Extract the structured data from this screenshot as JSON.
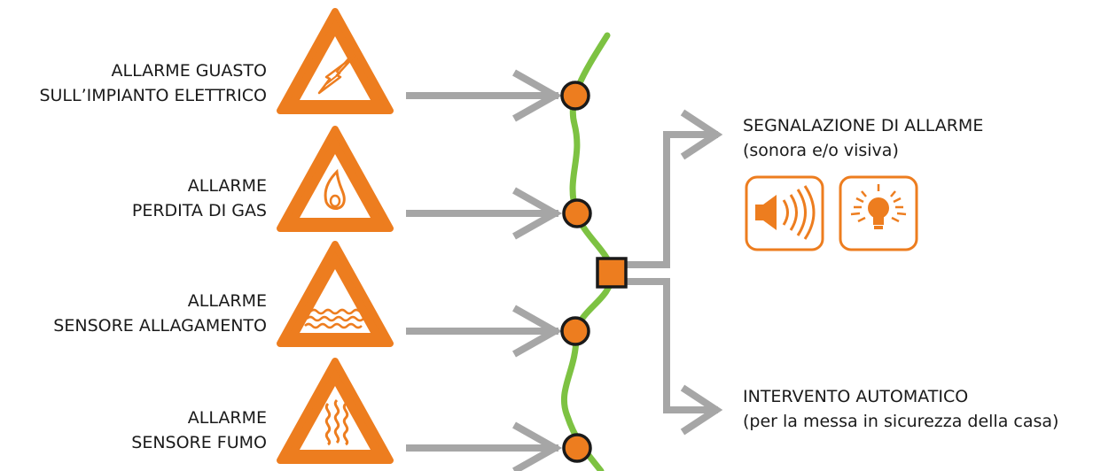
{
  "alarms": [
    {
      "line1": "ALLARME GUASTO",
      "line2": "SULL’IMPIANTO ELETTRICO",
      "icon": "lightning-icon"
    },
    {
      "line1": "ALLARME",
      "line2": "PERDITA DI GAS",
      "icon": "gas-flame-icon"
    },
    {
      "line1": "ALLARME",
      "line2": "SENSORE ALLAGAMENTO",
      "icon": "flood-waves-icon"
    },
    {
      "line1": "ALLARME",
      "line2": "SENSORE FUMO",
      "icon": "smoke-icon"
    }
  ],
  "outputs": [
    {
      "line1": "SEGNALAZIONE DI ALLARME",
      "line2": "(sonora e/o visiva)"
    },
    {
      "line1": "INTERVENTO AUTOMATICO",
      "line2": "(per la messa in sicurezza della casa)"
    }
  ],
  "signal_icons": [
    "speaker-sound-icon",
    "light-bulb-icon"
  ],
  "colors": {
    "orange": "#ED7D1F",
    "green": "#7DC242",
    "gray": "#A6A6A6",
    "dark": "#1a1a1a"
  }
}
